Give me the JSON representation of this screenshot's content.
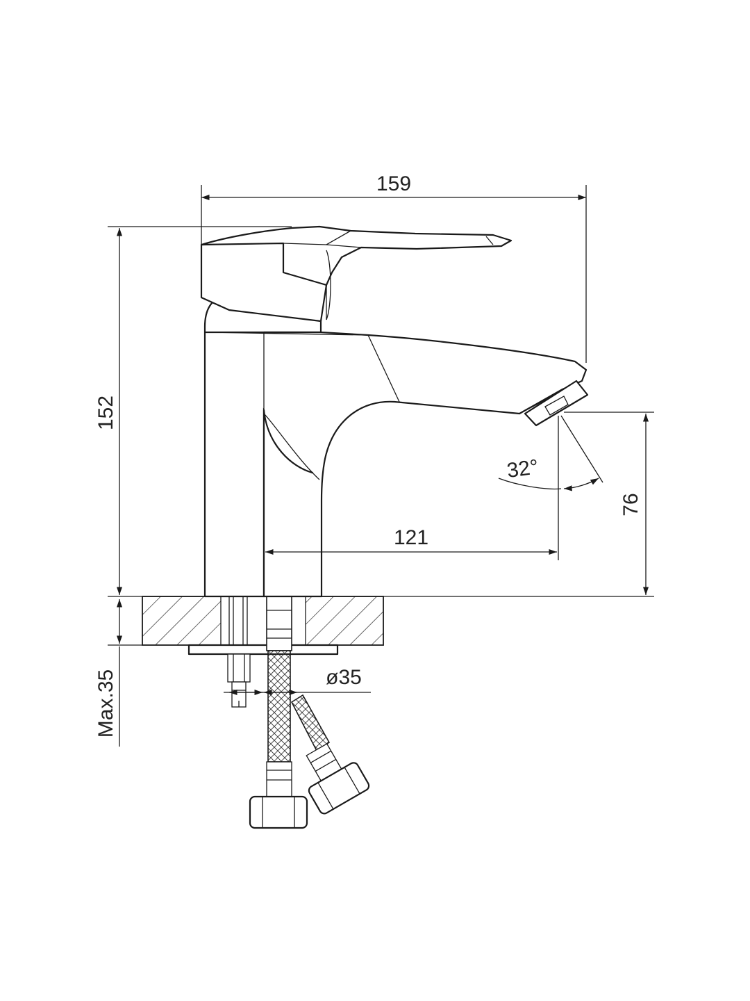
{
  "drawing": {
    "subject": "single-lever basin mixer",
    "line_color": "#1a1a1a",
    "background_color": "#ffffff",
    "dimensions": {
      "overall_width": "159",
      "overall_height": "152",
      "spout_reach": "121",
      "spout_height": "76",
      "spray_angle": "32°",
      "mount_hole_diameter": "ø35",
      "max_deck_thickness": "Max.35"
    }
  }
}
